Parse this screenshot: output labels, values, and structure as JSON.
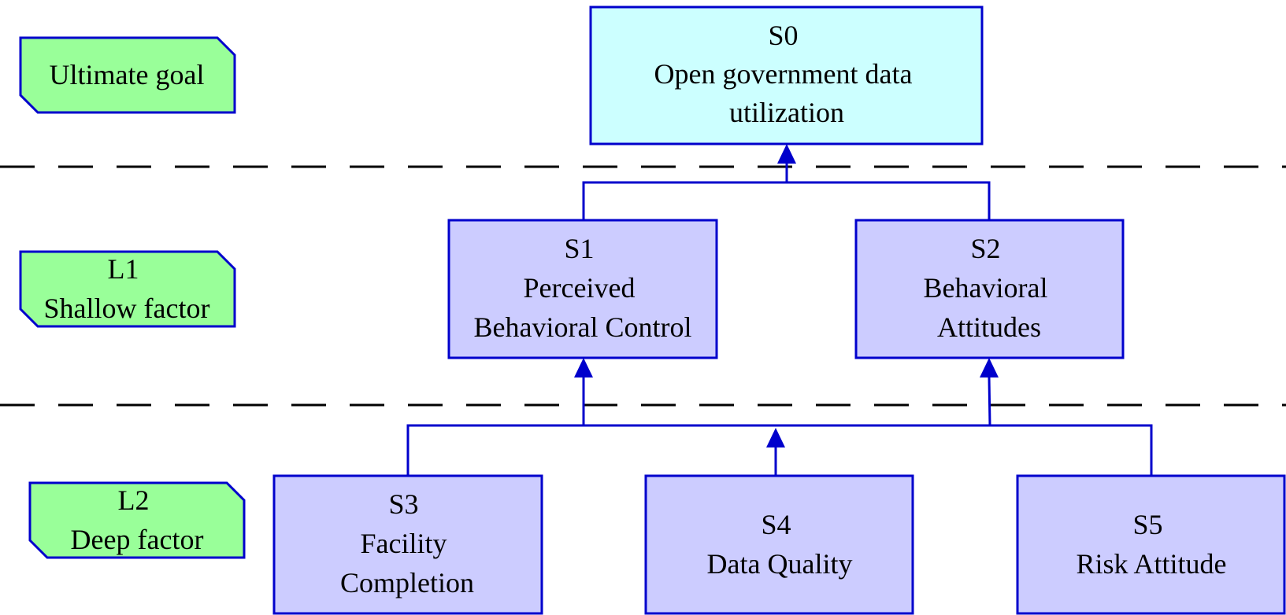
{
  "colors": {
    "goal_fill": "#ccffff",
    "factor_fill": "#ccccff",
    "label_fill": "#99ff99",
    "border": "#0000cc",
    "arrow": "#0000cc",
    "divider": "#000000"
  },
  "level_labels": {
    "goal": {
      "lines": [
        "Ultimate goal"
      ]
    },
    "l1": {
      "lines": [
        "L1",
        "Shallow factor"
      ]
    },
    "l2": {
      "lines": [
        "L2",
        "Deep factor"
      ]
    }
  },
  "nodes": {
    "s0": {
      "lines": [
        "S0",
        "Open government data",
        "utilization"
      ]
    },
    "s1": {
      "lines": [
        "S1",
        "Perceived",
        "Behavioral Control"
      ]
    },
    "s2": {
      "lines": [
        "S2",
        "Behavioral",
        "Attitudes"
      ]
    },
    "s3": {
      "lines": [
        "S3",
        "Facility",
        "Completion"
      ]
    },
    "s4": {
      "lines": [
        "S4",
        "Data Quality"
      ]
    },
    "s5": {
      "lines": [
        "S5",
        "Risk Attitude"
      ]
    }
  }
}
